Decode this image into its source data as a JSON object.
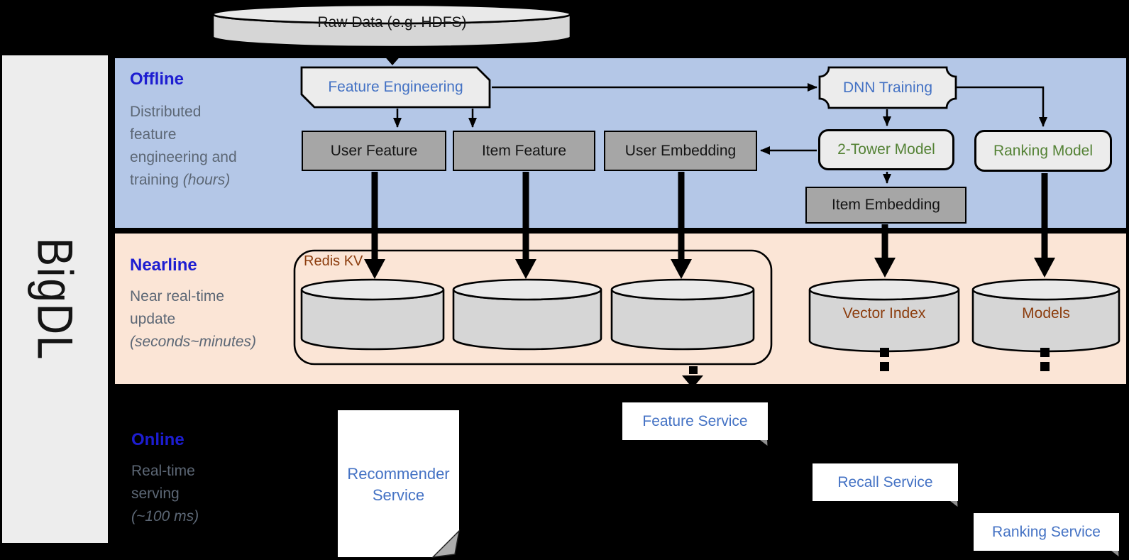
{
  "brand": {
    "label": "BigDL"
  },
  "bands": {
    "offline": {
      "label": "Offline",
      "line1": "Distributed",
      "line2": "feature",
      "line3": "engineering and",
      "line4": "training",
      "line4_italic": "(hours)"
    },
    "nearline": {
      "label": "Nearline",
      "line1": "Near real-time",
      "line2": "update",
      "line3_italic": "(seconds~minutes)"
    },
    "online": {
      "label": "Online",
      "line1": "Real-time",
      "line2": "serving",
      "line3_italic": "(~100 ms)"
    }
  },
  "nodes": {
    "raw_data": "Raw Data (e.g. HDFS)",
    "feature_engineering": "Feature Engineering",
    "dnn_training": "DNN Training",
    "user_feature": "User Feature",
    "item_feature": "Item Feature",
    "user_embedding": "User Embedding",
    "two_tower_model": "2-Tower Model",
    "ranking_model": "Ranking Model",
    "item_embedding": "Item Embedding",
    "redis_kv": "Redis KV",
    "vector_index": "Vector Index",
    "models": "Models",
    "recommender_service": {
      "line1": "Recommender",
      "line2": "Service"
    },
    "feature_service": "Feature Service",
    "recall_service": "Recall Service",
    "ranking_service": "Ranking Service"
  },
  "colors": {
    "background": "#000000",
    "sidebar": "#EDEDED",
    "band_offline": "#B4C7E7",
    "band_nearline": "#FBE5D6",
    "section_label_blue": "#1D1DD1",
    "description_gray": "#5C6775",
    "node_label_blue": "#4472C4",
    "node_label_green": "#548235",
    "storage_label_brown": "#8C3D0E",
    "box_gray": "#A6A6A6",
    "shape_gray": "#ECECEC"
  }
}
